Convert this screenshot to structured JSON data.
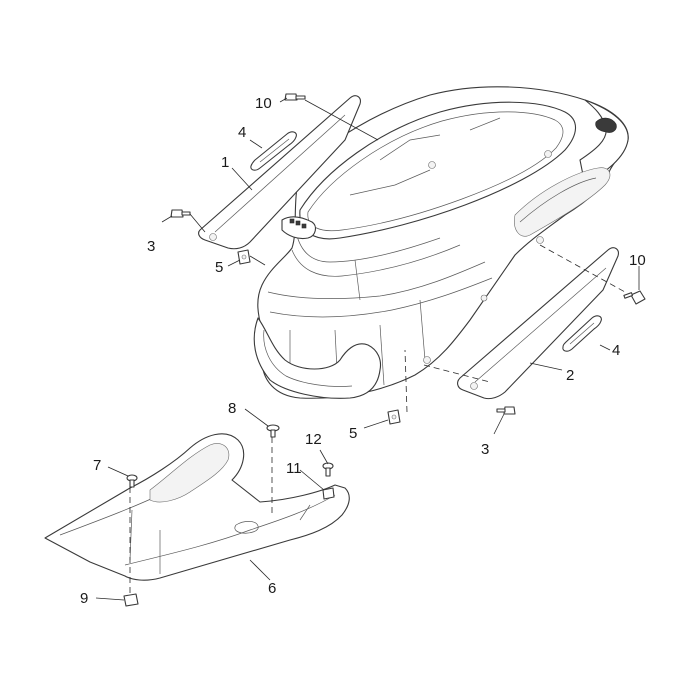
{
  "callouts": [
    {
      "id": "c10a",
      "label": "10"
    },
    {
      "id": "c4a",
      "label": "4"
    },
    {
      "id": "c1",
      "label": "1"
    },
    {
      "id": "c3a",
      "label": "3"
    },
    {
      "id": "c5a",
      "label": "5"
    },
    {
      "id": "c10b",
      "label": "10"
    },
    {
      "id": "c4b",
      "label": "4"
    },
    {
      "id": "c2",
      "label": "2"
    },
    {
      "id": "c3b",
      "label": "3"
    },
    {
      "id": "c5b",
      "label": "5"
    },
    {
      "id": "c8",
      "label": "8"
    },
    {
      "id": "c12",
      "label": "12"
    },
    {
      "id": "c11",
      "label": "11"
    },
    {
      "id": "c7",
      "label": "7"
    },
    {
      "id": "c6",
      "label": "6"
    },
    {
      "id": "c9",
      "label": "9"
    }
  ],
  "colors": {
    "line": "#3a3a3a",
    "background": "#ffffff"
  }
}
